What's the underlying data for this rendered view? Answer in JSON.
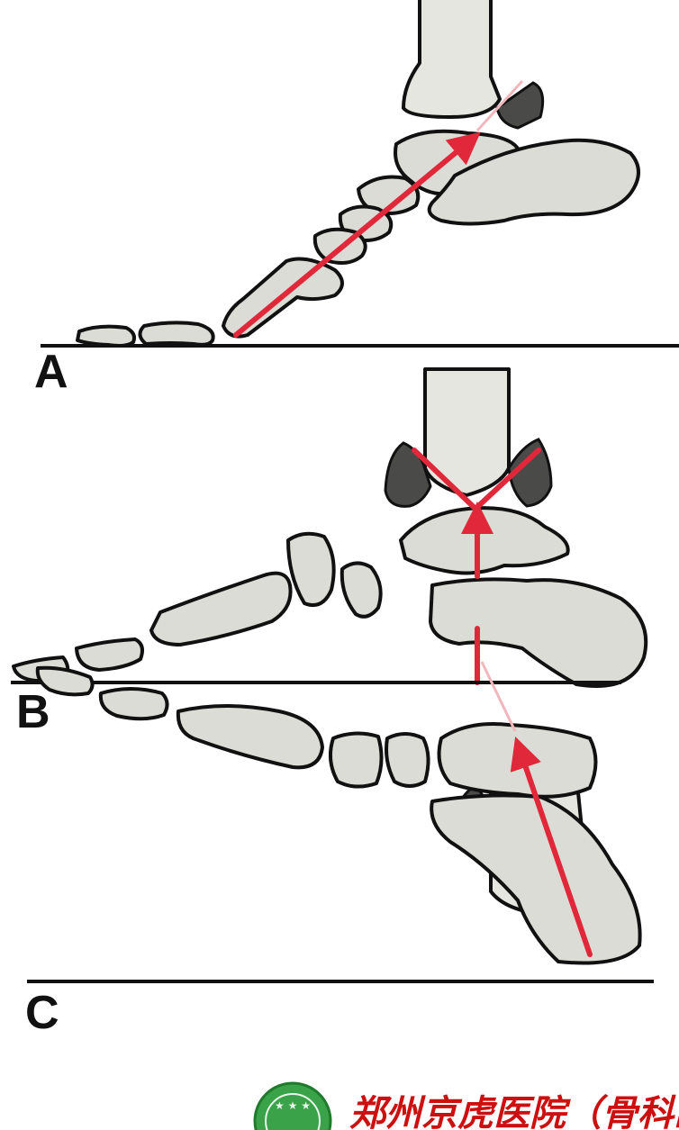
{
  "panels": [
    {
      "label": "A"
    },
    {
      "label": "B"
    },
    {
      "label": "C"
    }
  ],
  "colors": {
    "force_line": "#e0283a",
    "bone_fill": "#dcdcd6",
    "malleolus": "#4a4a48",
    "watermark_text": "#cc1010",
    "watermark_seal": "#3aa34a"
  },
  "watermark": {
    "text": "郑州京虎医院（骨科医院",
    "seal_icon": "hospital-seal-icon"
  }
}
